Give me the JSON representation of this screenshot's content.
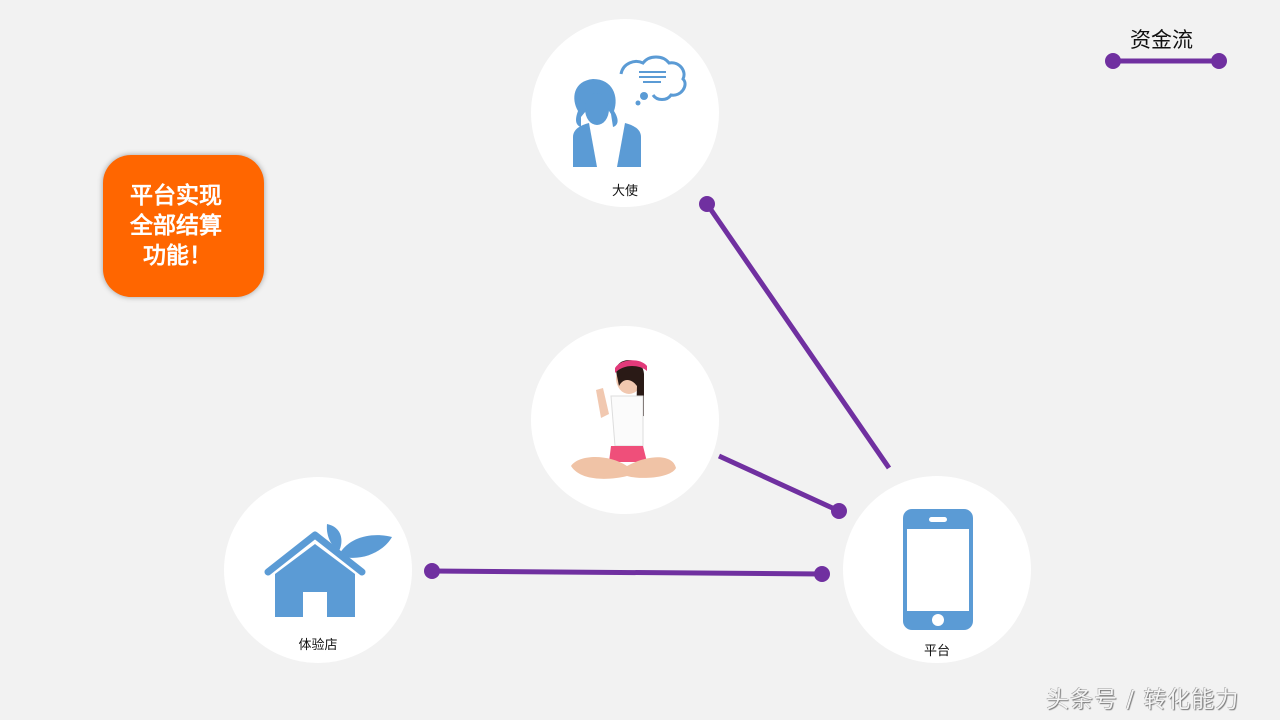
{
  "legend": {
    "title": "资金流",
    "line_color": "#7030A0"
  },
  "callout": {
    "lines": [
      "平台实现",
      "全部结算",
      "功能！"
    ],
    "background": "#FF6600"
  },
  "nodes": {
    "ambassador": {
      "label": "大使",
      "icon": "woman-thinking-icon"
    },
    "customer": {
      "label": "",
      "icon": "photo-woman-sitting"
    },
    "store": {
      "label": "体验店",
      "icon": "house-leaf-icon"
    },
    "platform": {
      "label": "平台",
      "icon": "smartphone-icon"
    }
  },
  "edges": [
    {
      "from": "ambassador",
      "to": "platform",
      "type": "资金流"
    },
    {
      "from": "customer",
      "to": "platform",
      "type": "资金流"
    },
    {
      "from": "store",
      "to": "platform",
      "type": "资金流"
    }
  ],
  "colors": {
    "icon_blue": "#5B9BD5",
    "flow_purple": "#7030A0",
    "background": "#F2F2F2"
  },
  "watermark": "头条号 / 转化能力"
}
